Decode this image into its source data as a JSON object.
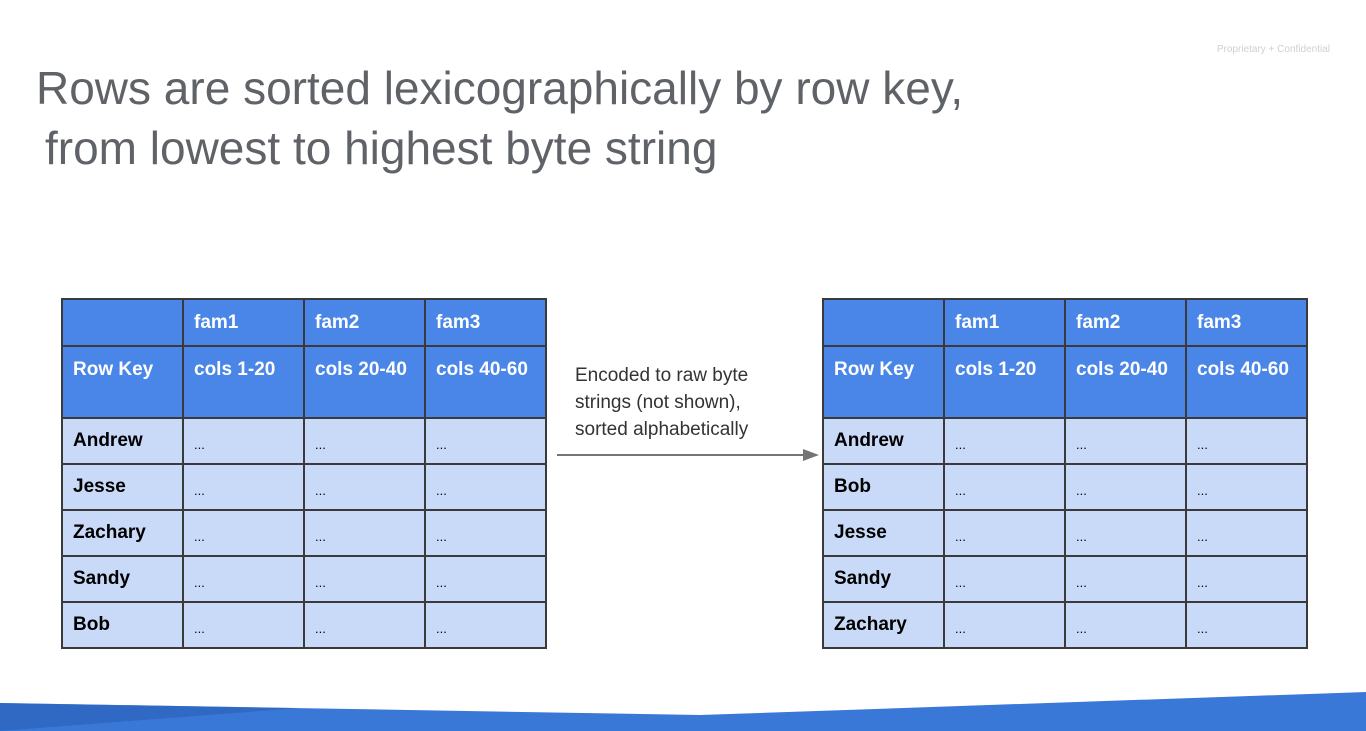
{
  "confidential": "Proprietary + Confidential",
  "title": {
    "line1": "Rows are sorted lexicographically by row key,",
    "line2": "from lowest to highest byte string"
  },
  "left_table": {
    "families": [
      "fam1",
      "fam2",
      "fam3"
    ],
    "row_key_label": "Row Key",
    "col_ranges": [
      "cols 1-20",
      "cols 20-40",
      "cols 40-60"
    ],
    "rows": [
      {
        "key": "Andrew",
        "cells": [
          "...",
          "...",
          "..."
        ]
      },
      {
        "key": "Jesse",
        "cells": [
          "...",
          "...",
          "..."
        ]
      },
      {
        "key": "Zachary",
        "cells": [
          "...",
          "...",
          "..."
        ]
      },
      {
        "key": "Sandy",
        "cells": [
          "...",
          "...",
          "..."
        ]
      },
      {
        "key": "Bob",
        "cells": [
          "...",
          "...",
          "..."
        ]
      }
    ]
  },
  "arrow_label": {
    "line1": "Encoded to raw byte",
    "line2": "strings (not shown),",
    "line3": "sorted alphabetically"
  },
  "right_table": {
    "families": [
      "fam1",
      "fam2",
      "fam3"
    ],
    "row_key_label": "Row Key",
    "col_ranges": [
      "cols 1-20",
      "cols 20-40",
      "cols 40-60"
    ],
    "rows": [
      {
        "key": "Andrew",
        "cells": [
          "...",
          "...",
          "..."
        ]
      },
      {
        "key": "Bob",
        "cells": [
          "...",
          "...",
          "..."
        ]
      },
      {
        "key": "Jesse",
        "cells": [
          "...",
          "...",
          "..."
        ]
      },
      {
        "key": "Sandy",
        "cells": [
          "...",
          "...",
          "..."
        ]
      },
      {
        "key": "Zachary",
        "cells": [
          "...",
          "...",
          "..."
        ]
      }
    ]
  },
  "colors": {
    "header_blue": "#4a86e8",
    "row_light_blue": "#c9daf8",
    "title_gray": "#5f6368",
    "band_blue": "#3a78d8"
  }
}
